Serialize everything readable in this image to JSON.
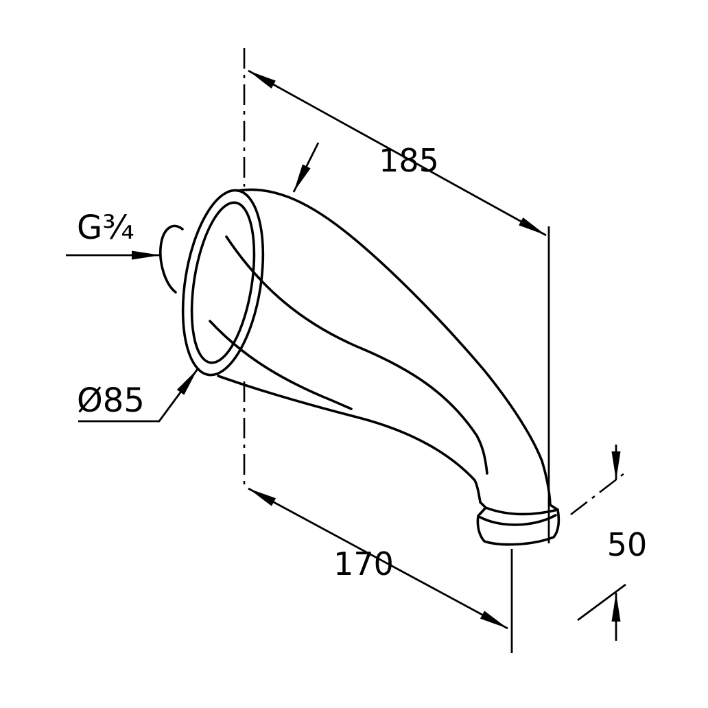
{
  "drawing": {
    "background_color": "#ffffff",
    "line_color": "#000000",
    "labels": {
      "thread": "G¾",
      "diameter": "Ø85"
    },
    "dimensions": {
      "total_length": "185",
      "reach": "170",
      "drop": "50"
    }
  }
}
